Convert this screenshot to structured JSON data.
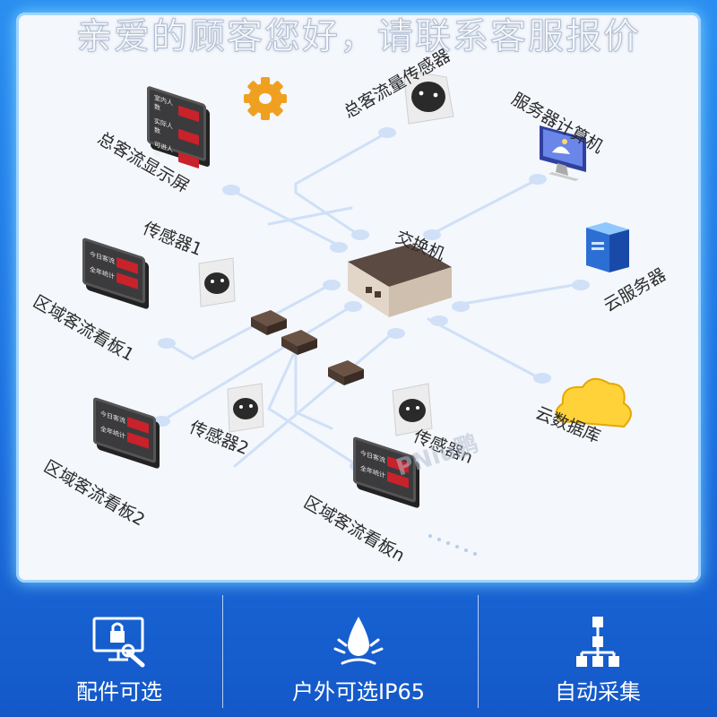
{
  "headline": "亲爱的顾客您好，请联系客服报价",
  "labels": {
    "total_display": "总客流显示屏",
    "total_sensor": "总客流量传感器",
    "server_pc": "服务器计算机",
    "sensor1": "传感器1",
    "switch": "交换机",
    "cloud_server": "云服务器",
    "area_board1": "区域客流看板1",
    "sensor2": "传感器2",
    "sensor_n": "传感器n",
    "area_board2": "区域客流看板2",
    "cloud_db": "云数据库",
    "area_boardn": "区域客流看板n"
  },
  "boards": {
    "total": [
      "室内人数",
      "实际人数",
      "可进人数"
    ],
    "area": [
      "今日客流",
      "全年统计"
    ]
  },
  "watermark": "PNiu鹏",
  "features": [
    {
      "icon": "monitor-lock-wrench-icon",
      "text": "配件可选"
    },
    {
      "icon": "water-drop-icon",
      "text": "户外可选IP65"
    },
    {
      "icon": "hierarchy-icon",
      "text": "自动采集"
    }
  ]
}
